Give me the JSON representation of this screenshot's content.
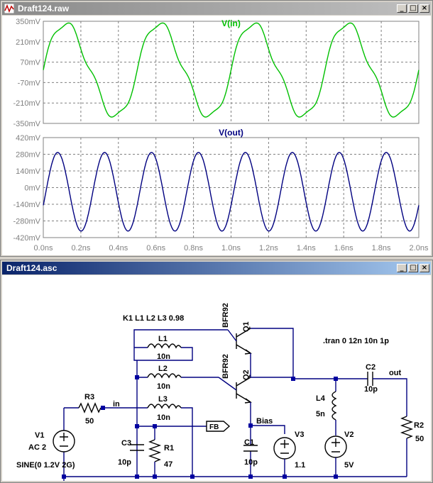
{
  "waveform_window": {
    "title": "Draft124.raw",
    "min_label": "_",
    "max_label": "□",
    "close_label": "×",
    "icon": "waveform-icon"
  },
  "schematic_window": {
    "title": "Draft124.asc",
    "min_label": "_",
    "max_label": "□",
    "close_label": "×"
  },
  "chart_data": [
    {
      "type": "line",
      "title": "V(in)",
      "series": [
        {
          "name": "V(in)",
          "color": "#00c000",
          "shape": "distorted-sine",
          "amplitude_mv": 350,
          "frequency_ghz": 2
        }
      ],
      "x_ticks": [
        "0.0ns",
        "0.2ns",
        "0.4ns",
        "0.6ns",
        "0.8ns",
        "1.0ns",
        "1.2ns",
        "1.4ns",
        "1.6ns",
        "1.8ns",
        "2.0ns"
      ],
      "y_ticks": [
        "350mV",
        "210mV",
        "70mV",
        "-70mV",
        "-210mV",
        "-350mV"
      ],
      "xlim": [
        0,
        2.0
      ],
      "ylim": [
        -350,
        350
      ],
      "grid": true
    },
    {
      "type": "line",
      "title": "V(out)",
      "series": [
        {
          "name": "V(out)",
          "color": "#000080",
          "shape": "sine",
          "amplitude_mv": 330,
          "offset_mv": -35,
          "frequency_ghz": 4
        }
      ],
      "x_ticks": [
        "0.0ns",
        "0.2ns",
        "0.4ns",
        "0.6ns",
        "0.8ns",
        "1.0ns",
        "1.2ns",
        "1.4ns",
        "1.6ns",
        "1.8ns",
        "2.0ns"
      ],
      "y_ticks": [
        "420mV",
        "280mV",
        "140mV",
        "0mV",
        "-140mV",
        "-280mV",
        "-420mV"
      ],
      "xlim": [
        0,
        2.0
      ],
      "ylim": [
        -420,
        420
      ],
      "grid": true
    }
  ],
  "schematic": {
    "coupling": "K1 L1 L2 L3 0.98",
    "tran": ".tran 0 12n 10n 1p",
    "L1": {
      "name": "L1",
      "value": "10n"
    },
    "L2": {
      "name": "L2",
      "value": "10n"
    },
    "L3": {
      "name": "L3",
      "value": "10n"
    },
    "L4": {
      "name": "L4",
      "value": "5n"
    },
    "Q1": {
      "name": "Q1",
      "model": "BFR92"
    },
    "Q2": {
      "name": "Q2",
      "model": "BFR92"
    },
    "R1": {
      "name": "R1",
      "value": "47"
    },
    "R2": {
      "name": "R2",
      "value": "50"
    },
    "R3": {
      "name": "R3",
      "value": "50"
    },
    "C1": {
      "name": "C1",
      "value": "10p"
    },
    "C2": {
      "name": "C2",
      "value": "10p"
    },
    "C3": {
      "name": "C3",
      "value": "10p"
    },
    "V1": {
      "name": "V1",
      "ac": "AC 2",
      "sine": "SINE(0 1.2V 2G)"
    },
    "V2": {
      "name": "V2",
      "value": "5V"
    },
    "V3": {
      "name": "V3",
      "value": "1.1"
    },
    "net_in": "in",
    "net_out": "out",
    "net_bias": "Bias",
    "net_fb": "FB"
  }
}
